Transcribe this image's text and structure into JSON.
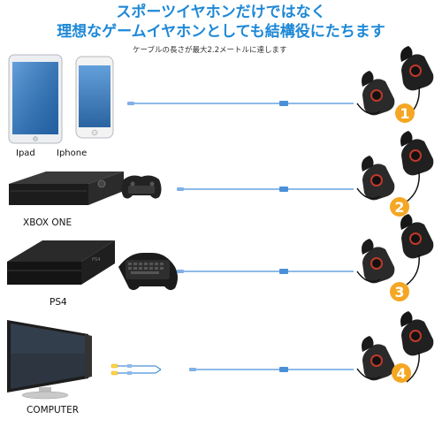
{
  "headline": {
    "line1": "スポーツイヤホンだけではなく",
    "line2": "理想なゲームイヤホンとしても結構役にたちます",
    "note": "ケーブルの長さが最大2.2メートルに達します"
  },
  "colors": {
    "accent": "#1e88d6",
    "cable": "#4a90d9",
    "badge": "#f5a623"
  },
  "rows": [
    {
      "labels": [
        "Ipad",
        "Iphone"
      ],
      "badge": "1"
    },
    {
      "labels": [
        "XBOX ONE"
      ],
      "badge": "2"
    },
    {
      "labels": [
        "PS4"
      ],
      "badge": "3"
    },
    {
      "labels": [
        "COMPUTER"
      ],
      "badge": "4"
    }
  ]
}
